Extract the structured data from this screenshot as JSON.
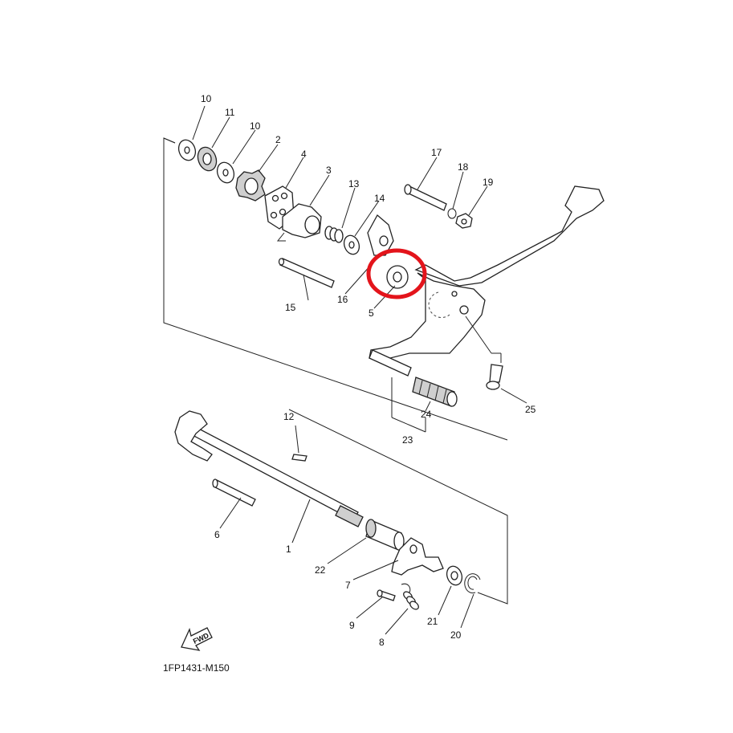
{
  "diagram_code": "1FP1431-M150",
  "fwd_label": "FWD",
  "highlight_color": "#e3141b",
  "highlighted_part": "5",
  "parts": {
    "p1": "1",
    "p2": "2",
    "p3": "3",
    "p4": "4",
    "p5": "5",
    "p6": "6",
    "p7": "7",
    "p8": "8",
    "p9": "9",
    "p10a": "10",
    "p10b": "10",
    "p11": "11",
    "p12": "12",
    "p13": "13",
    "p14": "14",
    "p15": "15",
    "p16": "16",
    "p17": "17",
    "p18": "18",
    "p19": "19",
    "p20": "20",
    "p21": "21",
    "p22": "22",
    "p23": "23",
    "p24": "24",
    "p25": "25"
  }
}
